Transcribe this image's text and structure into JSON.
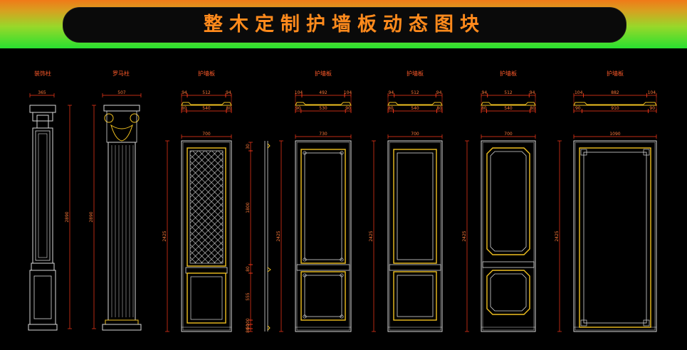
{
  "title": "整木定制护墙板动态图块",
  "colors": {
    "background": "#000000",
    "header_orange": "#f07a18",
    "header_green": "#28e030",
    "title_text": "#ff8a1c",
    "line_white": "#d8d8d8",
    "line_yellow": "#f0c020",
    "dimension_red": "#ff3a1a",
    "label_red": "#ff5a2a"
  },
  "items": [
    {
      "label": "装饰柱",
      "dims": {
        "top_width": "365",
        "height": "2890"
      }
    },
    {
      "label": "罗马柱",
      "dims": {
        "top_width": "507",
        "height": "2890"
      }
    },
    {
      "label": "护墙板",
      "dims": {
        "a": "94",
        "b": "512",
        "c": "94",
        "d": "80",
        "e": "540",
        "f": "80",
        "width": "700",
        "height": "2425",
        "side": [
          "30",
          "1800",
          "80",
          "555",
          "100",
          "60",
          "80"
        ]
      }
    },
    {
      "label": "护墙板",
      "dims": {
        "a": "104",
        "b": "492",
        "c": "104",
        "d": "90",
        "e": "530",
        "f": "90",
        "width": "730",
        "height": "2425"
      }
    },
    {
      "label": "护墙板",
      "dims": {
        "a": "94",
        "b": "512",
        "c": "94",
        "d": "80",
        "e": "540",
        "f": "80",
        "width": "700",
        "height": "2425"
      }
    },
    {
      "label": "护墙板",
      "dims": {
        "a": "94",
        "b": "512",
        "c": "94",
        "d": "80",
        "e": "540",
        "f": "80",
        "width": "700",
        "height": "2425"
      }
    },
    {
      "label": "护墙板",
      "dims": {
        "a": "104",
        "b": "882",
        "c": "104",
        "d": "90",
        "e": "910",
        "f": "90",
        "width": "1090",
        "height": "2425"
      }
    }
  ]
}
